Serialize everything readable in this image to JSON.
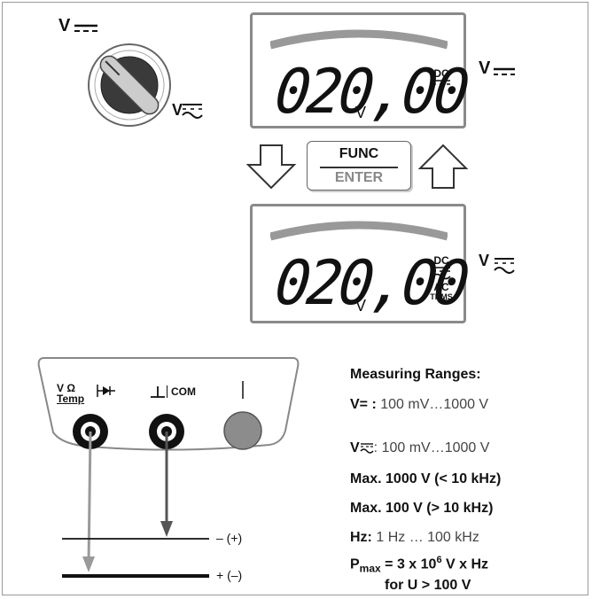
{
  "rotary": {
    "label_dc": "V",
    "label_ac": "V"
  },
  "display_dc": {
    "value": "020,00",
    "unit": "V",
    "mode": "DC",
    "side_label": "V"
  },
  "display_ac": {
    "value": "020,00",
    "unit": "V",
    "mode_dc": "DC",
    "mode_ac": "AC",
    "trms": "TRMS",
    "side_label": "V"
  },
  "func_button": {
    "line1": "FUNC",
    "line2": "ENTER"
  },
  "terminals": {
    "t1_label_top": "V  Ω",
    "t1_label_bottom": "Temp",
    "t2_label": "COM"
  },
  "wires": {
    "upper_line_label": "– (+)",
    "lower_line_label": "+ (–)"
  },
  "ranges": {
    "heading": "Measuring Ranges:",
    "vdc_prefix": "V= :",
    "vdc_range": "100 mV…1000 V",
    "vac_prefix": "V",
    "vac_range": ": 100 mV…1000 V",
    "max1": "Max. 1000 V (< 10 kHz)",
    "max2": "Max. 100 V  (> 10 kHz)",
    "hz_prefix": "Hz:",
    "hz_range": "1 Hz … 100 kHz",
    "pmax_p": "P",
    "pmax_sub": "max",
    "pmax_eq": "= 3 x 10",
    "pmax_exp": "6",
    "pmax_unit": "V x Hz",
    "pmax_cond": "for U > 100 V"
  },
  "colors": {
    "lcd_border": "#8a8a8a",
    "arc": "#999999",
    "probe_grey": "#8c8c8c",
    "wire_grey": "#9a9a9a",
    "wire_dark": "#555555"
  }
}
